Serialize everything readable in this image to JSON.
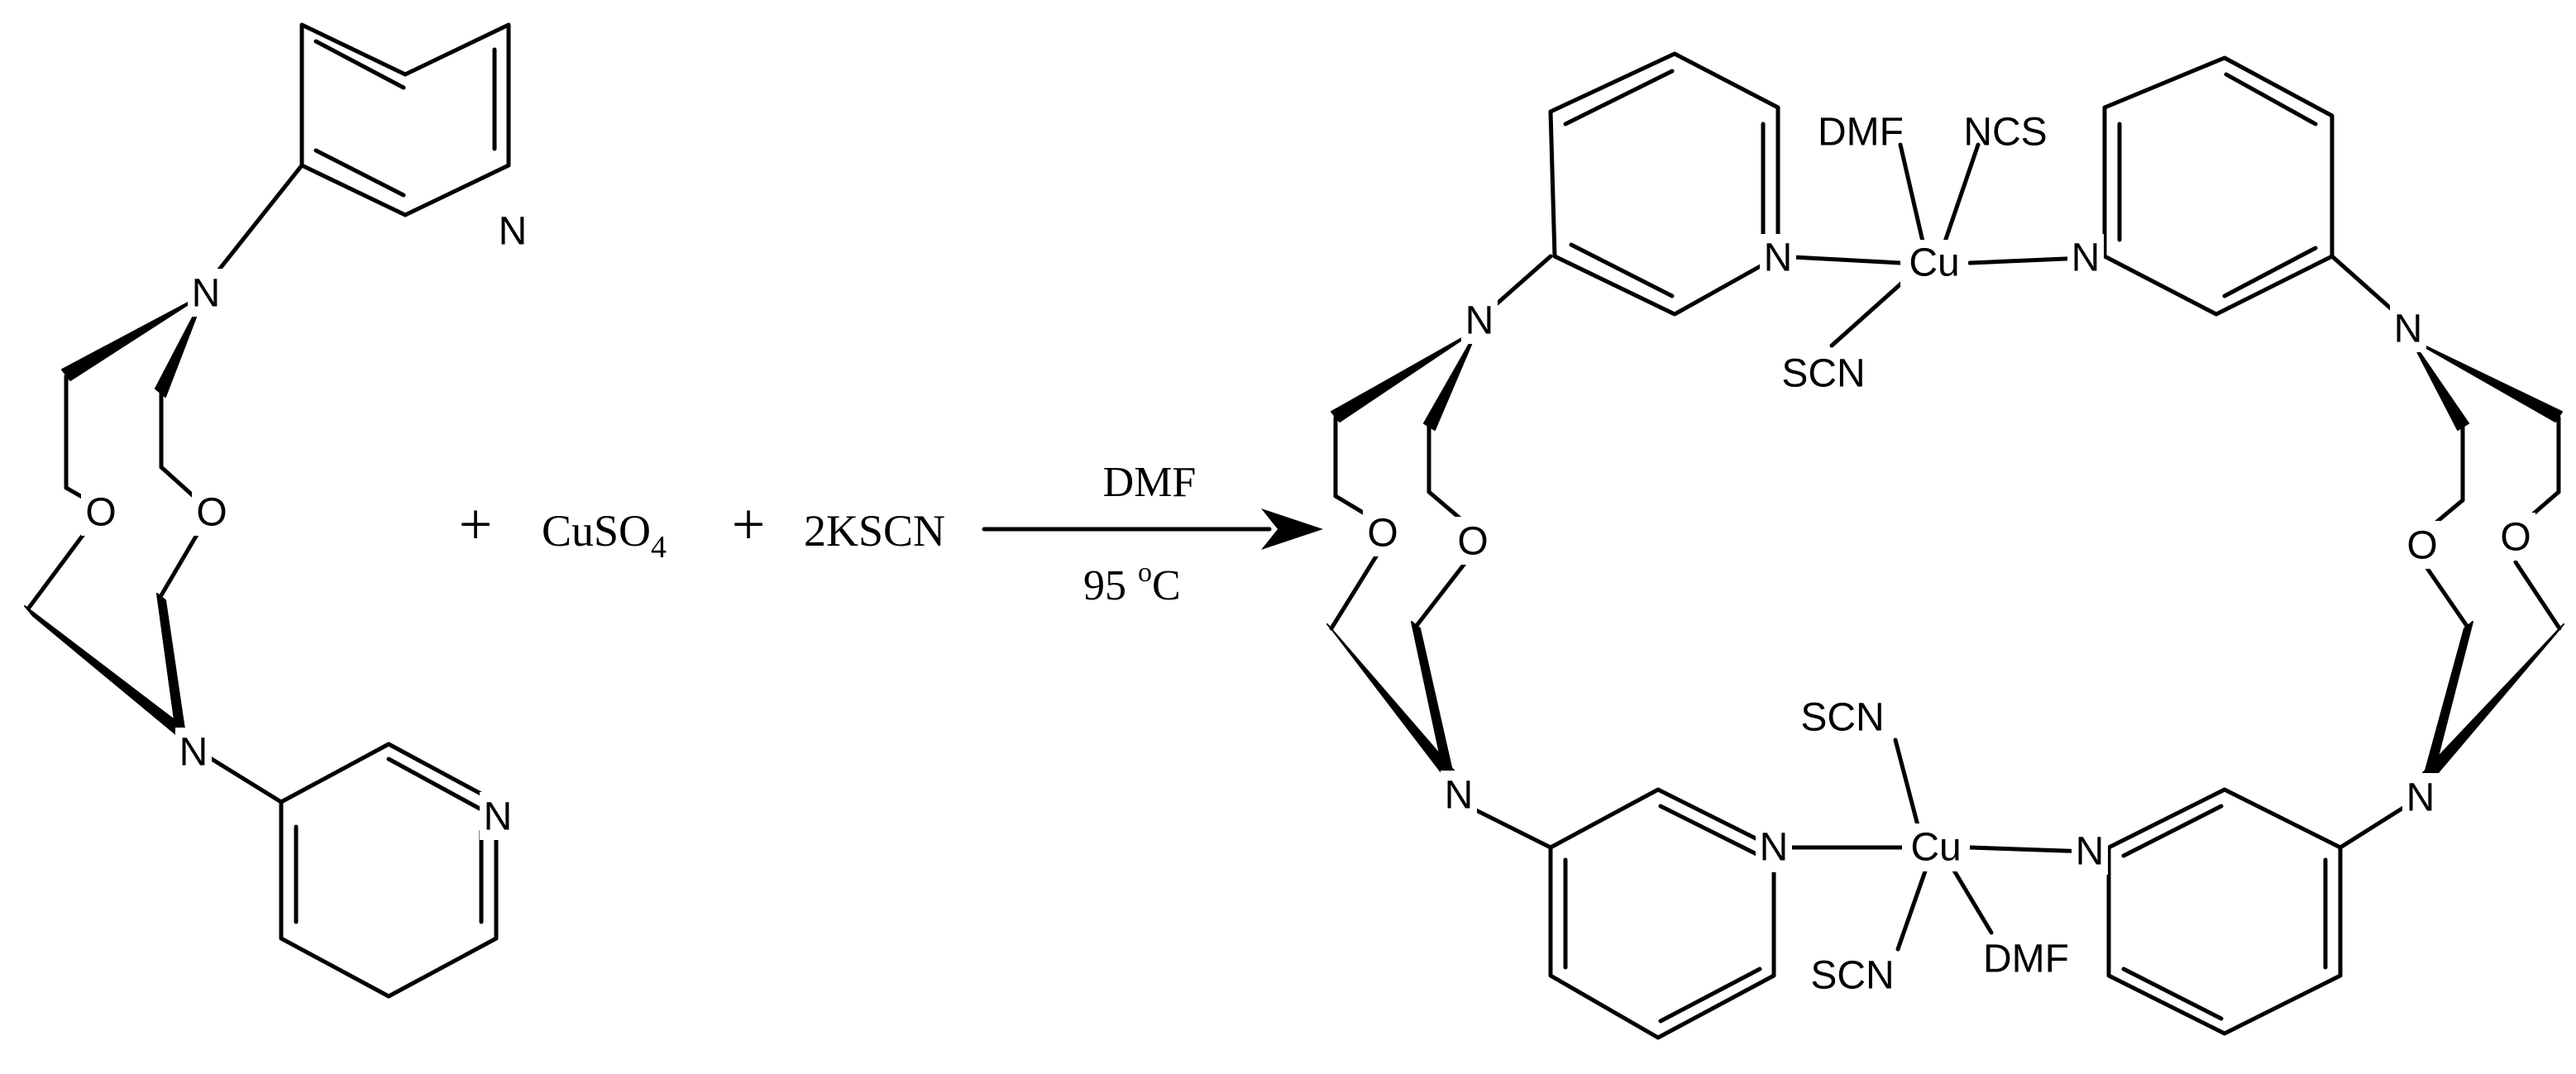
{
  "scheme": {
    "plus_sign": "+",
    "reagent_cuso4_main": "CuSO",
    "reagent_cuso4_subscript": "4",
    "reagent_kscn": "2KSCN",
    "arrow_condition_solvent": "DMF",
    "arrow_condition_temperature_number": "95",
    "arrow_condition_temperature_degree": "o",
    "arrow_condition_temperature_unit": "C"
  },
  "atoms": {
    "nitrogen": "N",
    "oxygen": "O",
    "copper": "Cu"
  },
  "ligands": {
    "dmf": "DMF",
    "ncs": "NCS",
    "scn": "SCN"
  }
}
